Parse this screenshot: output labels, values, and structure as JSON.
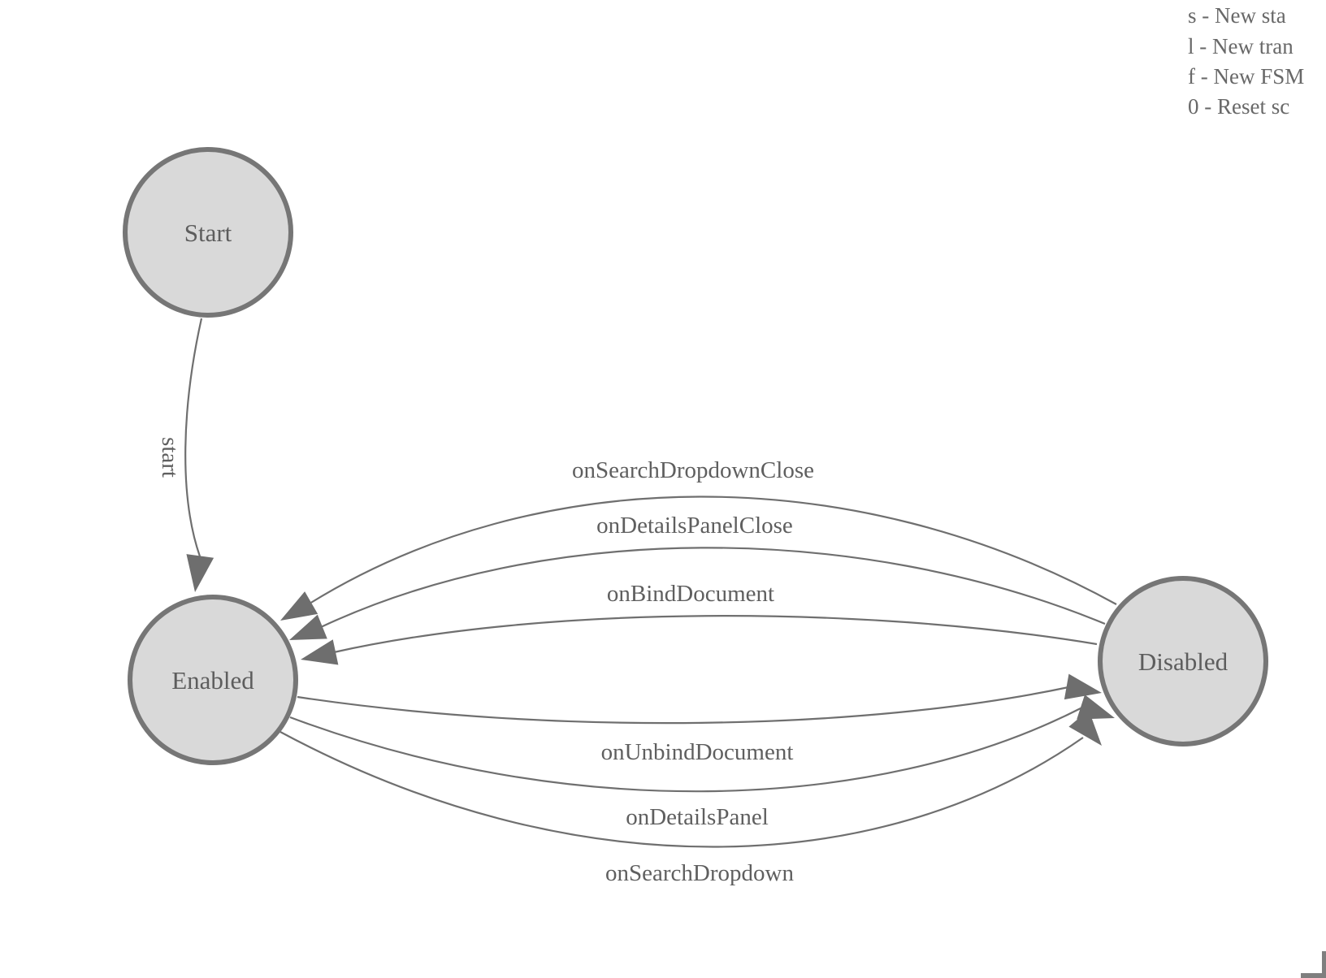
{
  "legend": {
    "lines": [
      "s - New sta",
      "l - New tran",
      "f - New FSM",
      "0 - Reset sc"
    ]
  },
  "diagram": {
    "type": "finite-state-machine",
    "nodes": [
      {
        "id": "start",
        "label": "Start"
      },
      {
        "id": "enabled",
        "label": "Enabled"
      },
      {
        "id": "disabled",
        "label": "Disabled"
      }
    ],
    "edges": [
      {
        "label": "start",
        "from": "start",
        "to": "enabled"
      },
      {
        "label": "onSearchDropdownClose",
        "from": "disabled",
        "to": "enabled"
      },
      {
        "label": "onDetailsPanelClose",
        "from": "disabled",
        "to": "enabled"
      },
      {
        "label": "onBindDocument",
        "from": "disabled",
        "to": "enabled"
      },
      {
        "label": "onUnbindDocument",
        "from": "enabled",
        "to": "disabled"
      },
      {
        "label": "onDetailsPanel",
        "from": "enabled",
        "to": "disabled"
      },
      {
        "label": "onSearchDropdown",
        "from": "enabled",
        "to": "disabled"
      }
    ]
  },
  "colors": {
    "node_fill": "#d9d9d9",
    "node_stroke": "#767676",
    "edge_stroke": "#6f6f6f",
    "arrow_fill": "#6e6e6e",
    "node_text": "#5d5d5d",
    "edge_text": "#5f5f5f",
    "legend_text": "#686868",
    "background": "#ffffff"
  }
}
